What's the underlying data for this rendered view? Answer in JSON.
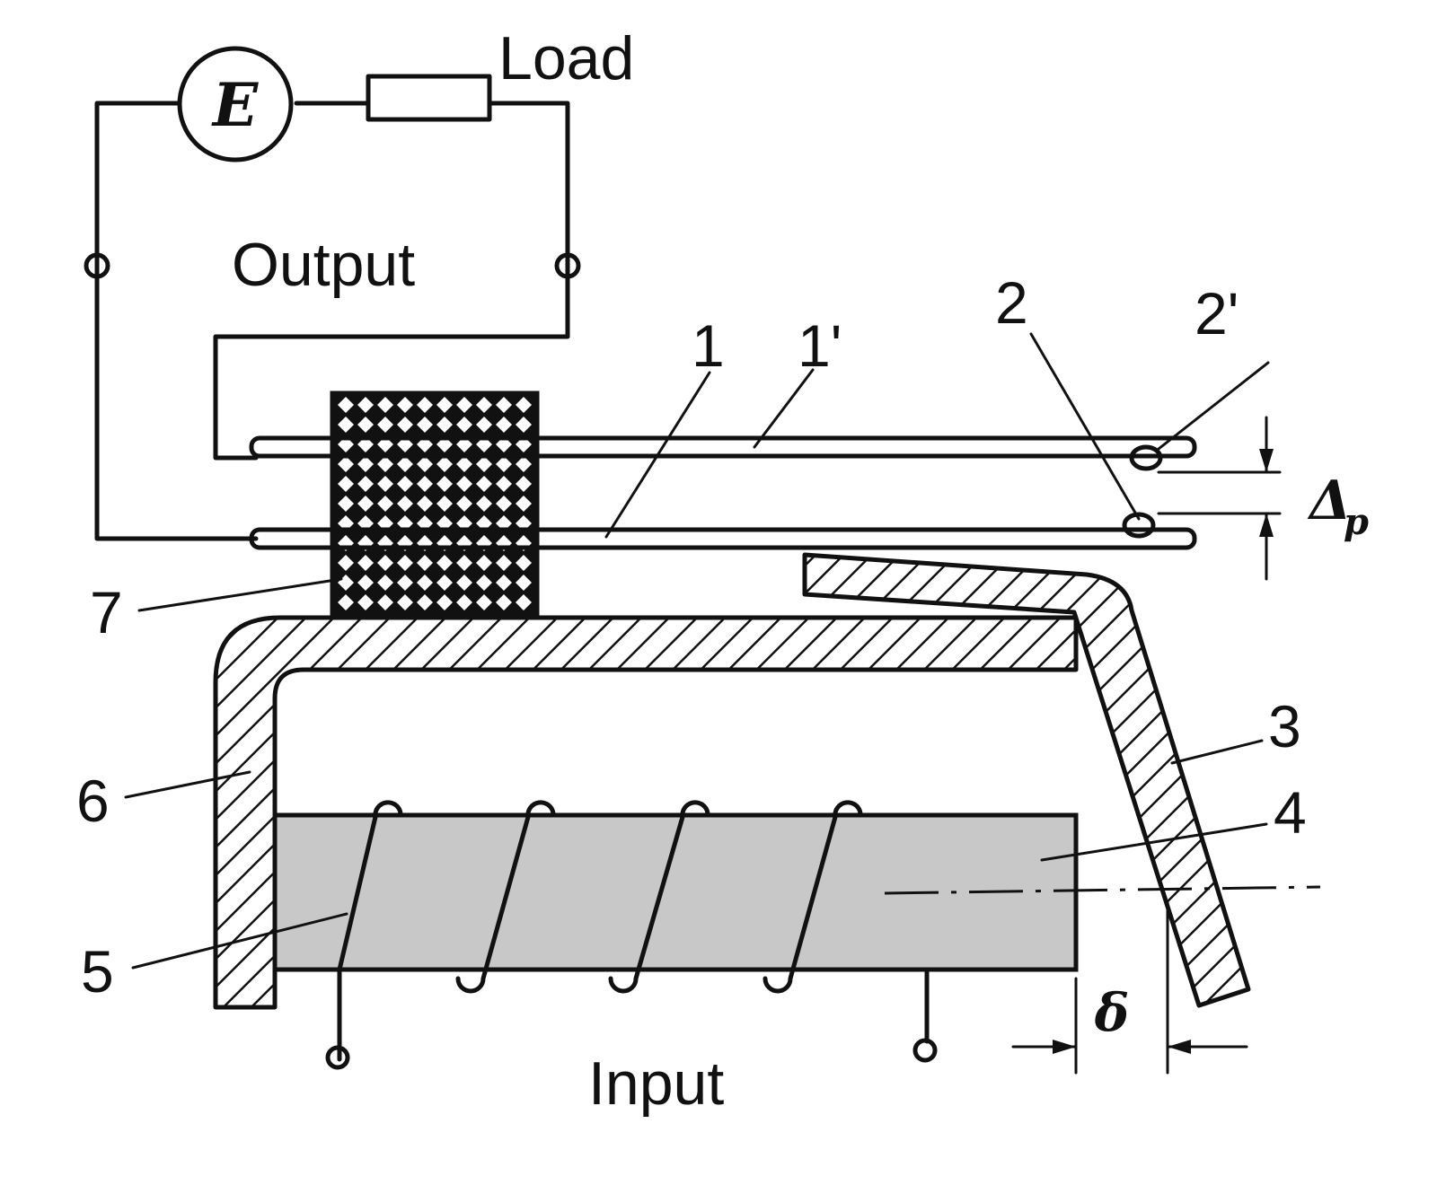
{
  "labels": {
    "load": "Load",
    "output": "Output",
    "input": "Input",
    "source": "E",
    "gap_contacts": "Δ",
    "gap_contacts_sub": "p",
    "gap_armature": "δ"
  },
  "callouts": {
    "n1": "1",
    "n1p": "1'",
    "n2": "2",
    "n2p": "2'",
    "n3": "3",
    "n4": "4",
    "n5": "5",
    "n6": "6",
    "n7": "7"
  },
  "colors": {
    "line": "#111111",
    "core_fill": "#c8c8c8",
    "background": "#ffffff"
  }
}
